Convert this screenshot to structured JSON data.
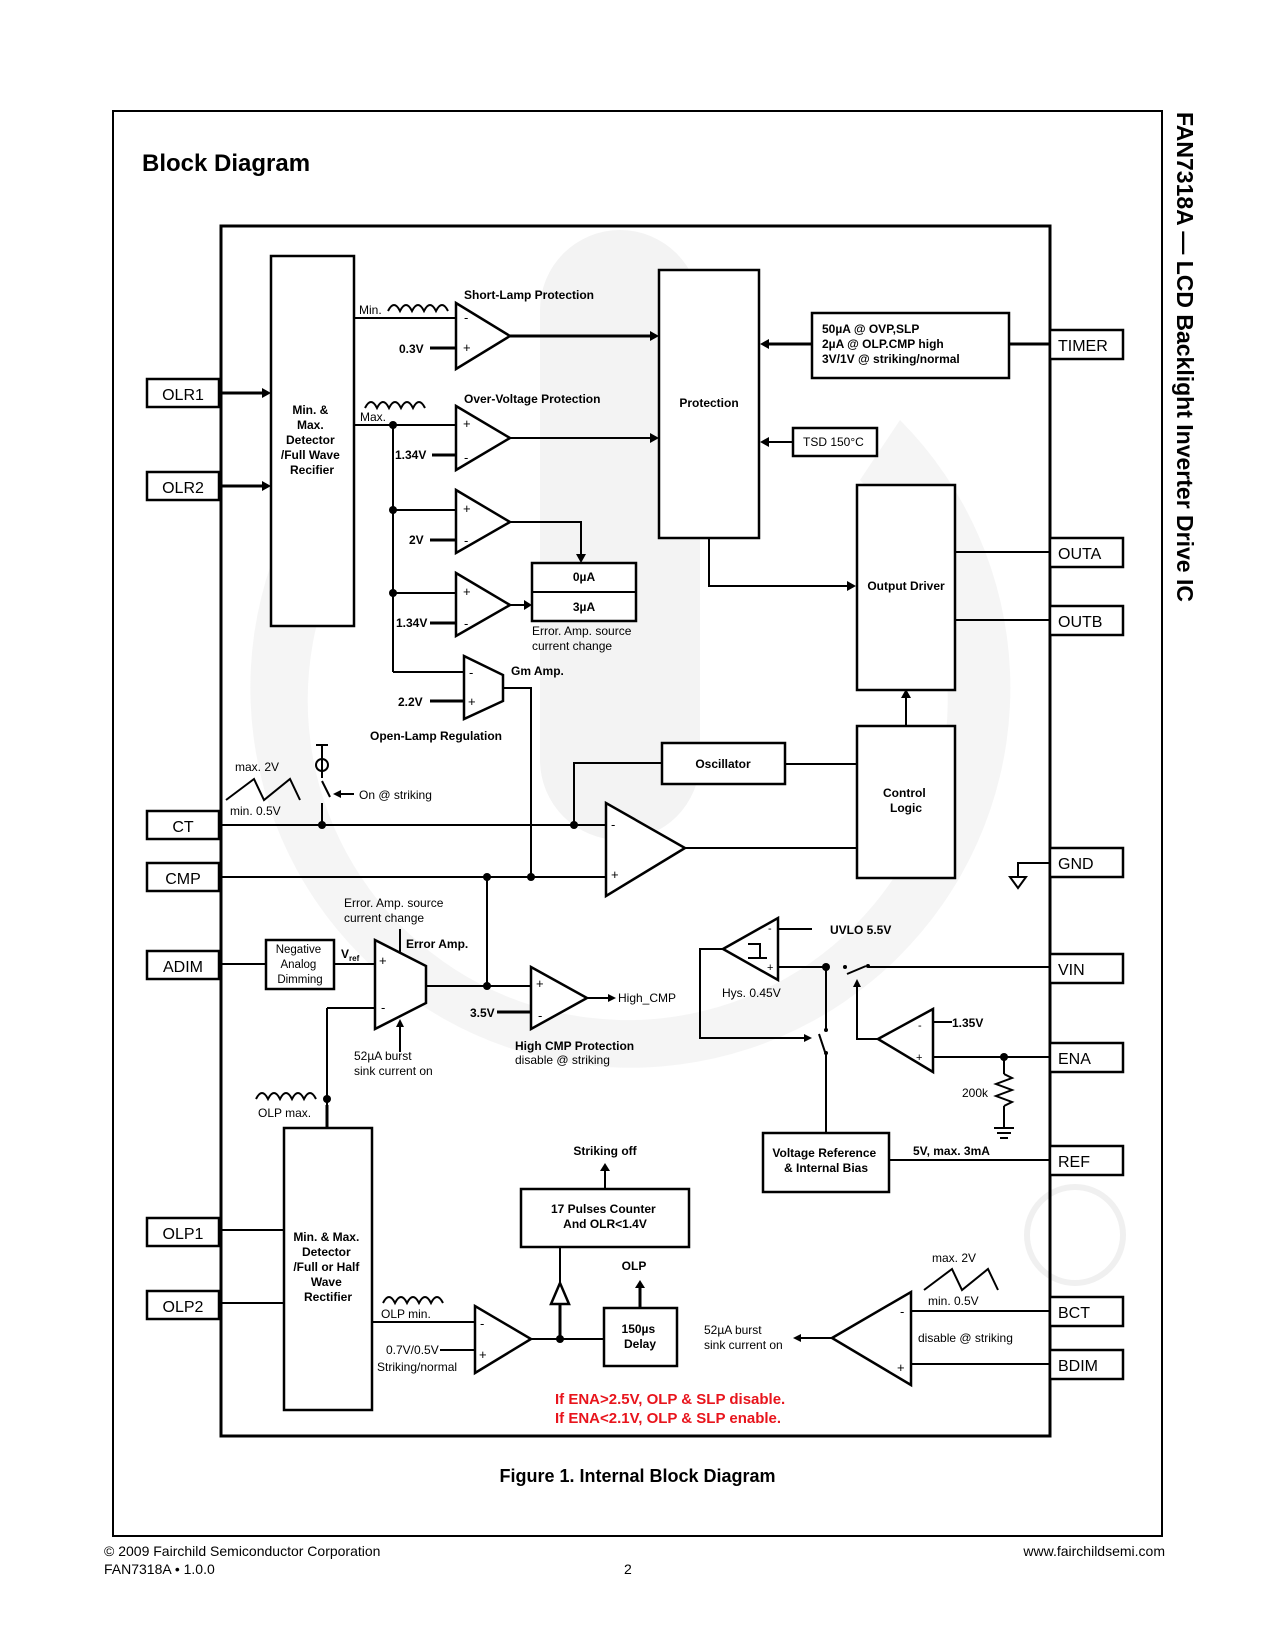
{
  "header": {
    "section_title": "Block Diagram",
    "side_title": "FAN7318A — LCD Backlight Inverter Drive IC"
  },
  "pins": {
    "left": [
      "OLR1",
      "OLR2",
      "CT",
      "CMP",
      "ADIM",
      "OLP1",
      "OLP2"
    ],
    "right": [
      "TIMER",
      "OUTA",
      "OUTB",
      "GND",
      "VIN",
      "ENA",
      "REF",
      "BCT",
      "BDIM"
    ]
  },
  "blocks": {
    "olr_detector": [
      "Min. &",
      "Max.",
      "Detector",
      "/Full Wave",
      "Recifier"
    ],
    "protection": "Protection",
    "timer_box": [
      "50µA @ OVP,SLP",
      "2µA @ OLP.CMP high",
      "3V/1V @ striking/normal"
    ],
    "tsd": "TSD 150°C",
    "output_driver": "Output Driver",
    "oscillator": "Oscillator",
    "control_logic": [
      "Control",
      "Logic"
    ],
    "source_current_top": "0µA",
    "source_current_bottom": "3µA",
    "neg_analog_dimming": [
      "Negative",
      "Analog",
      "Dimming"
    ],
    "voltage_reference": [
      "Voltage Reference",
      "& Internal Bias"
    ],
    "pulse_counter": [
      "17 Pulses Counter",
      "And OLR<1.4V"
    ],
    "delay": [
      "150µs",
      "Delay"
    ],
    "olp_detector": [
      "Min. & Max.",
      "Detector",
      "/Full or Half",
      "Wave",
      "Rectifier"
    ]
  },
  "labels": {
    "min": "Min.",
    "max": "Max.",
    "short_lamp": "Short-Lamp Protection",
    "over_voltage": "Over-Voltage Protection",
    "v_03": "0.3V",
    "v_134a": "1.34V",
    "v_2": "2V",
    "v_134b": "1.34V",
    "v_22": "2.2V",
    "gm_amp": "Gm Amp.",
    "open_lamp": "Open-Lamp Regulation",
    "err_src_change_1": [
      "Error. Amp. source",
      "current change"
    ],
    "ct_max": "max. 2V",
    "ct_min": "min. 0.5V",
    "on_striking": "On @ striking",
    "err_src_change_2": [
      "Error. Amp. source",
      "current change"
    ],
    "error_amp": "Error Amp.",
    "vref": "V",
    "vref_sub": "ref",
    "v_35": "3.5V",
    "high_cmp": "High_CMP",
    "high_cmp_prot": "High CMP Protection",
    "disable_striking_1": "disable @ striking",
    "burst_sink_1": [
      "52µA burst",
      "sink current on"
    ],
    "olp_max": "OLP max.",
    "olp_min": "OLP min.",
    "olp_ref": [
      "0.7V/0.5V",
      "Striking/normal"
    ],
    "striking_off": "Striking off",
    "olp": "OLP",
    "uvlo": "UVLO 5.5V",
    "hys": "Hys. 0.45V",
    "v_135": "1.35V",
    "r_200k": "200k",
    "ref_out": "5V, max. 3mA",
    "bct_max": "max. 2V",
    "bct_min": "min. 0.5V",
    "disable_striking_2": "disable @ striking",
    "burst_sink_2": [
      "52µA burst",
      "sink current on"
    ],
    "ena_note_1": "If ENA>2.5V, OLP & SLP disable.",
    "ena_note_2": "If ENA<2.1V, OLP & SLP enable."
  },
  "colors": {
    "note_red": "#e8141c"
  },
  "caption": "Figure 1.   Internal Block Diagram",
  "footer": {
    "copyright": "© 2009 Fairchild Semiconductor Corporation",
    "doc": "FAN7318A • 1.0.0",
    "page": "2",
    "url": "www.fairchildsemi.com"
  }
}
